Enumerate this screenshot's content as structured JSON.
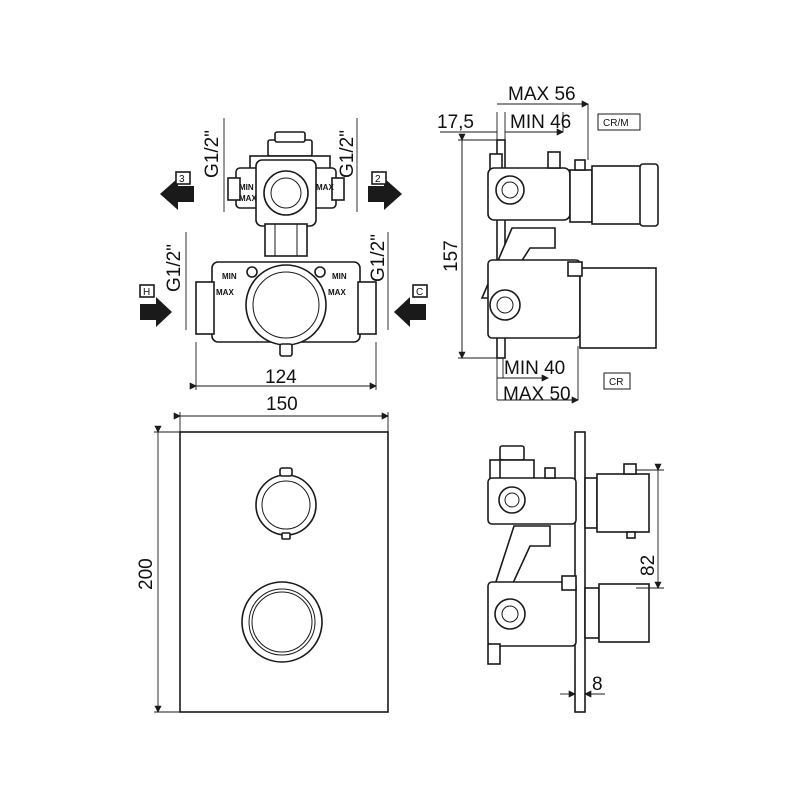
{
  "front_top": {
    "thread_left": "G1/2\"",
    "thread_right": "G1/2\"",
    "port_left": "3",
    "port_right": "2",
    "label_min": "MIN",
    "label_max": "MAX"
  },
  "front_body": {
    "thread_left": "G1/2\"",
    "thread_right": "G1/2\"",
    "inlet_hot": "H",
    "inlet_cold": "C",
    "label_min": "MIN",
    "label_max": "MAX",
    "width": "124"
  },
  "side_top": {
    "offset": "17,5",
    "max_depth": "MAX 56",
    "min_depth": "MIN 46",
    "height": "157",
    "min_lower": "MIN 40",
    "max_lower": "MAX 50",
    "tag_crm": "CR/M",
    "tag_cr": "CR"
  },
  "plate": {
    "width": "150",
    "height": "200"
  },
  "side_bottom": {
    "spacing": "82",
    "thickness": "8"
  }
}
